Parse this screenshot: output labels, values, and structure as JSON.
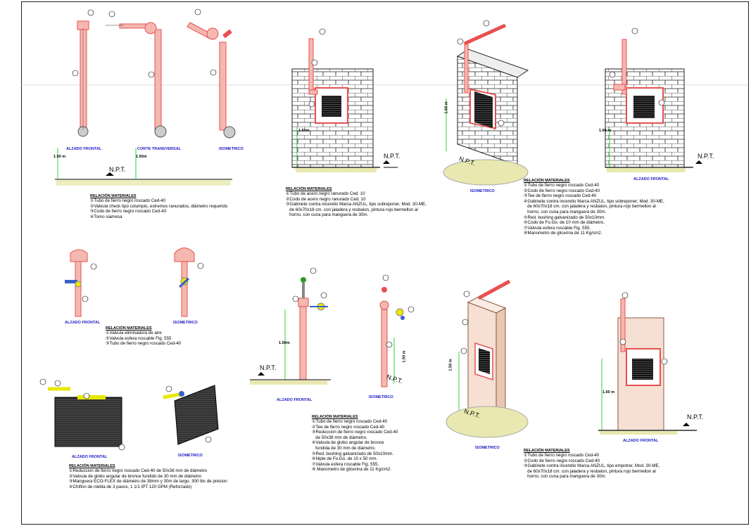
{
  "sheet": {
    "npt": "N.P.T.",
    "dims": {
      "d1": "1.50 m",
      "d2": "1.50m",
      "d3": "1.60m",
      "d4": "1.50 m",
      "d5": "1.60 m",
      "d6": "1.50m",
      "d7": "1.50 m",
      "d8": "1.50 m",
      "d9": "1.60 m"
    },
    "captions": {
      "alzado_frontal": "ALZADO FRONTAL",
      "corte_transversal": "CORTE TRANSVERSAL",
      "isometrico": "ISOMETRICO"
    },
    "groups": [
      {
        "title": "RELACIÓN MATERIALES",
        "items": [
          "①Tubo de fierro negro roscado Ced-40",
          "②Valvula check tipo columpio, estremos ranurados, diámetro requerido",
          "③Codo de fierro negro roscado Ced-40",
          "④Tomo siamesa"
        ]
      },
      {
        "title": "RELACIÓN MATERIALES",
        "items": [
          "①Tubo de acero negro ranurado Ced. 10",
          "②Codo de acero negro ranurado Ced. 10",
          "③Gabinete contra incendio Marca ANZUL, tipo sobreponer, Mod. 30-ME,",
          "   de 60x70x18 cm. con jaladera y resbalon, pintura rojo bermellon al",
          "   horno, con cuna para manguera de 30m."
        ]
      },
      {
        "title": "RELACIÓN MATERIALES",
        "items": [
          "①Tubo de fierro negro roscado Ced-40",
          "②Codo de fierro negro roscado Ced-40",
          "③Tee de fierro negro roscado Ced-40",
          "④Gabinete contra incendio Marca ANZUL, tipo sobreponer, Mod. 30-ME,",
          "   de 60x70x18 cm. con jaladera y resbalon, pintura rojo bermellon al",
          "   horno, con cuna para manguera de 30m.",
          "⑤Red. bushing galvanizado de 50x10mm.",
          "⑥Codo de Fo.Go. de 10 mm de diámetro.",
          "⑦Valvula esfera roscable Fig. 555.",
          "⑧Manometro de glicerina de 11 Kg/cm2."
        ]
      },
      {
        "title": "RELACIÓN MATERIALES",
        "items": [
          "①Valvula eliminadora de aire",
          "②Valvula esfera roscable Fig. 555",
          "③Tubo de fierro negro roscado Ced-40"
        ]
      },
      {
        "title": "RELACIÓN MATERIALES",
        "items": [
          "①Tubo de fierro negro roscado Ced-40",
          "②Tee de fierro negro roscado Ced-40",
          "③Reduccion de fierro negro roscado Ced-40",
          "   de 50x38 mm de diámetro.",
          "④Valvula de globo angular de bronce",
          "   fundida de 30 mm de diámetro.",
          "⑤Red. bushing galvanizado de 50x10mm.",
          "⑥Niple de Fo.Go. de 10 x 50 mm.",
          "⑦Valvula esfera roscable Fig. 555.",
          "⑧.Manometro de glicerina de 11 Kg/cm2."
        ]
      },
      {
        "title": "RELACIÓN MATERIALES",
        "items": [
          "①Reduccion de fierro negro roscado Ced-40 de 50x38 mm de diámetro",
          "②Valvula de globo angular de bronce fundido de 30 mm de diámetro",
          "③Manguera ECO-FLEX de diámetro de 38mm y 30m de largo. 300 lbs de presion",
          "④Chiflon de niebla de 3 pasos, 1 1/1 IPT 120 GPM (Reforzado)"
        ]
      },
      {
        "title": "RELACIÓN MATERIALES",
        "items": [
          "①Tubo de fierro negro roscado Ced-40",
          "②Codo de fierro negro roscado Ced-40",
          "③Gabinete contra incendio Marca ANZUL, tipo empotrar, Mod. 30-ME,",
          "   de 60x70x18 cm. con jaladera y resbalon, pintura rojo bermellon al",
          "   horno, con cuna para manguera de 30m."
        ]
      }
    ],
    "colors": {
      "pipe": "#e85050",
      "pipe_fill": "#f4b8b0",
      "caption": "#1a1ac8",
      "bubble": "#000000",
      "ground": "#c8c870",
      "dim_line": "#00cc00"
    }
  }
}
